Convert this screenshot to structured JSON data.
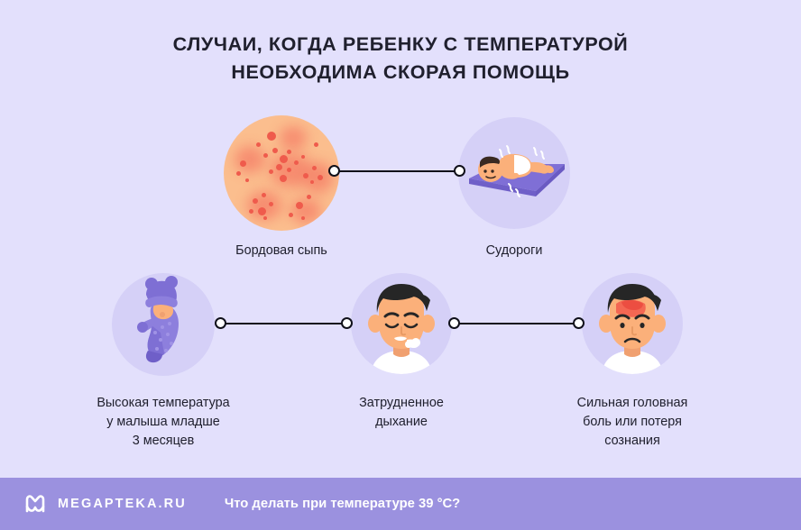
{
  "page": {
    "background_color": "#E3E0FC",
    "circle_color": "#D3CEF8",
    "accent_color": "#9B91DF",
    "text_color": "#20202E",
    "connector_color": "#10101A"
  },
  "title": {
    "line1": "СЛУЧАИ, КОГДА РЕБЕНКУ С ТЕМПЕРАТУРОЙ",
    "line2": "НЕОБХОДИМА СКОРАЯ ПОМОЩЬ"
  },
  "items": [
    {
      "id": "rash",
      "icon": "skin-rash-icon",
      "label": "Бордовая сыпь",
      "label_lines": [
        "Бордовая сыпь"
      ]
    },
    {
      "id": "seizures",
      "icon": "baby-seizure-icon",
      "label": "Судороги",
      "label_lines": [
        "Судороги"
      ]
    },
    {
      "id": "infant-fever",
      "icon": "swaddled-baby-icon",
      "label": "Высокая температура у малыша младше 3 месяцев",
      "label_lines": [
        "Высокая температура",
        "у малыша младше",
        "3 месяцев"
      ]
    },
    {
      "id": "breathing",
      "icon": "labored-breathing-face-icon",
      "label": "Затрудненное дыхание",
      "label_lines": [
        "Затрудненное",
        "дыхание"
      ]
    },
    {
      "id": "headache",
      "icon": "headache-face-icon",
      "label": "Сильная головная боль или потеря сознания",
      "label_lines": [
        "Сильная головная",
        "боль или потеря",
        "сознания"
      ]
    }
  ],
  "footer": {
    "logo_icon": "megapteka-m-logo-icon",
    "brand": "MEGAPTEKA.RU",
    "caption": "Что делать при температуре 39 °C?"
  }
}
